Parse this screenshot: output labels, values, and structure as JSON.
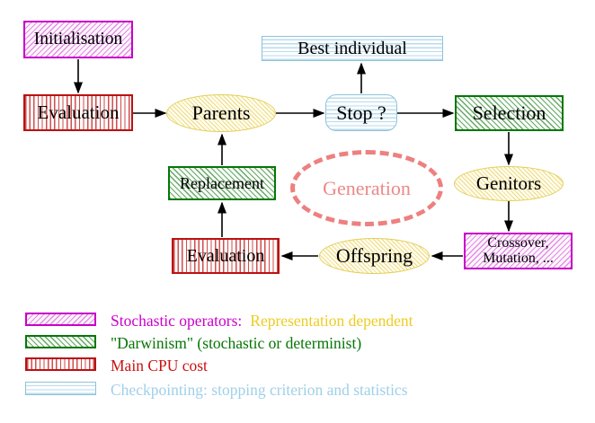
{
  "nodes": {
    "initialisation": {
      "label": "Initialisation"
    },
    "evaluation_top": {
      "label": "Evaluation"
    },
    "parents": {
      "label": "Parents"
    },
    "best_individual": {
      "label": "Best individual"
    },
    "stop": {
      "label": "Stop ?"
    },
    "selection": {
      "label": "Selection"
    },
    "genitors": {
      "label": "Genitors"
    },
    "crossover_mutation": {
      "line1": "Crossover,",
      "line2": "Mutation, ..."
    },
    "offspring": {
      "label": "Offspring"
    },
    "evaluation_bottom": {
      "label": "Evaluation"
    },
    "replacement": {
      "label": "Replacement"
    },
    "generation": {
      "label": "Generation"
    }
  },
  "legend": {
    "items": [
      {
        "swatch": "magenta-diagonal-hatch",
        "label": "Stochastic operators:",
        "label_secondary": "Representation dependent"
      },
      {
        "swatch": "green-diagonal-hatch",
        "label": "\"Darwinism\" (stochastic or determinist)"
      },
      {
        "swatch": "red-vertical-lines",
        "label": "Main CPU cost"
      },
      {
        "swatch": "cyan-horizontal-lines",
        "label": "Checkpointing: stopping criterion and statistics"
      }
    ]
  },
  "colors": {
    "stochastic_magenta": "#cc00cc",
    "representation_yellow": "#eecc22",
    "darwinism_green": "#067506",
    "cpu_red": "#cc1111",
    "checkpointing_blue": "#9fd0e8",
    "ellipse_yellow_border": "#e2ce58",
    "generation_salmon": "#ed8080",
    "arrow_black": "#000000"
  }
}
